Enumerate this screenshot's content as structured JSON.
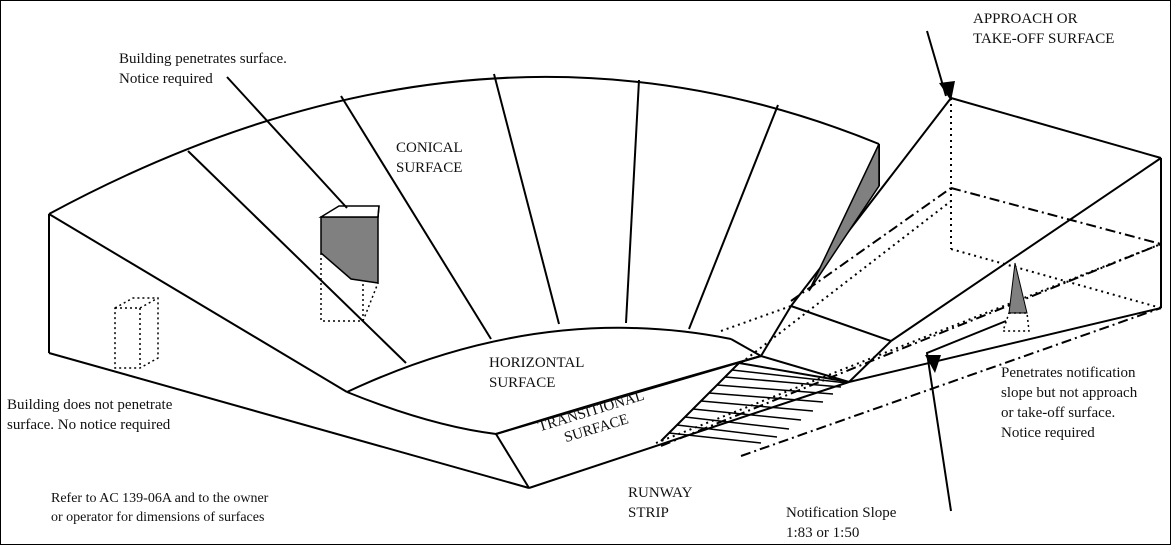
{
  "labels": {
    "approach": "APPROACH OR\nTAKE-OFF SURFACE",
    "building_penetrates": "Building penetrates surface.\nNotice required",
    "conical": "CONICAL\nSURFACE",
    "horizontal": "HORIZONTAL\nSURFACE",
    "transitional": "TRANSITIONAL\nSURFACE",
    "building_not_penetrate": "Building does not penetrate\nsurface. No notice required",
    "refer": "Refer to AC 139-06A and to the owner\nor operator for dimensions of surfaces",
    "runway": "RUNWAY\nSTRIP",
    "penetrates_notification": "Penetrates notification\nslope but not approach\nor take-off surface.\nNotice required",
    "notification_slope": "Notification Slope\n1:83 or 1:50"
  },
  "colors": {
    "line": "#000000",
    "shade": "#808080"
  }
}
